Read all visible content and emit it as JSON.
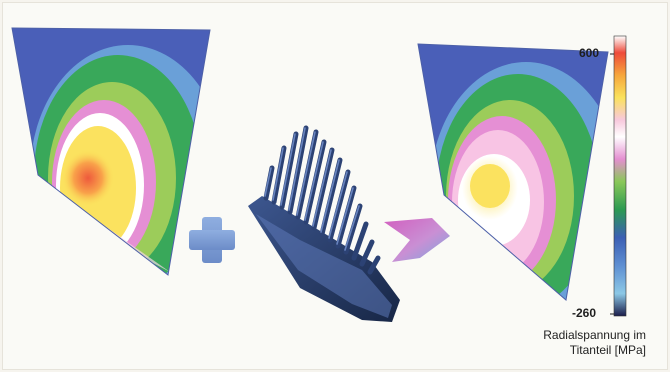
{
  "colorbar": {
    "max_label": "600",
    "min_label": "-260",
    "caption_line1": "Radialspannung im",
    "caption_line2": "Titanteil [MPa]"
  },
  "colors": {
    "background": "#fafaf6",
    "plus_symbol": "#7e9cd6",
    "fiber_insert": "#2b3f6e",
    "arrow_top": "#d25fbf",
    "arrow_bottom": "#7aa6de"
  }
}
